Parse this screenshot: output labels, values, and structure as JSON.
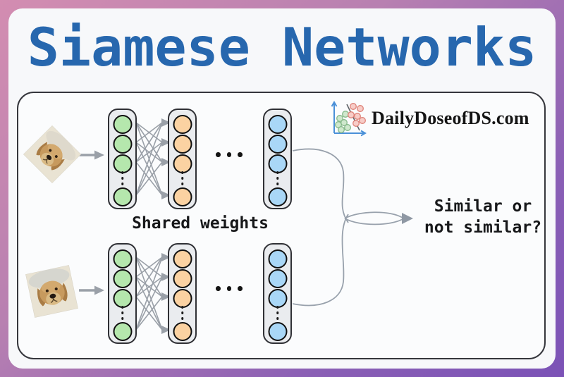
{
  "title": "Siamese Networks",
  "brand": {
    "site": "DailyDoseofDS.com",
    "logo_icon": "scatter-plot-icon"
  },
  "labels": {
    "shared_weights": "Shared weights",
    "output_line1": "Similar or",
    "output_line2": "not similar?",
    "layer_gap_ellipsis": "..."
  },
  "diagram": {
    "type": "siamese-network",
    "branches": 2,
    "inputs": [
      "dog photo rotated 45 degrees",
      "dog photo slightly tilted"
    ],
    "nodes_shown_per_layer": 4,
    "layers": [
      {
        "role": "input-layer",
        "node_color": "#b5e7ad"
      },
      {
        "role": "hidden-layer",
        "node_color": "#fbd2a2"
      },
      {
        "role": "embedding-layer",
        "node_color": "#a9d7f7"
      }
    ]
  },
  "colors": {
    "title_blue": "#2767ae",
    "frame_gradient_start": "#d38db1",
    "frame_gradient_end": "#7b52b6",
    "node_green": "#b5e7ad",
    "node_orange": "#fbd2a2",
    "node_blue": "#a9d7f7",
    "layer_fill": "#eaecef",
    "arrow_gray": "#9aa0a8",
    "curve_gray": "#98a1ac",
    "logo_dot_green": "#cfe8cd",
    "logo_dot_pink": "#f7cdc8",
    "logo_axis_blue": "#4a90d8"
  }
}
